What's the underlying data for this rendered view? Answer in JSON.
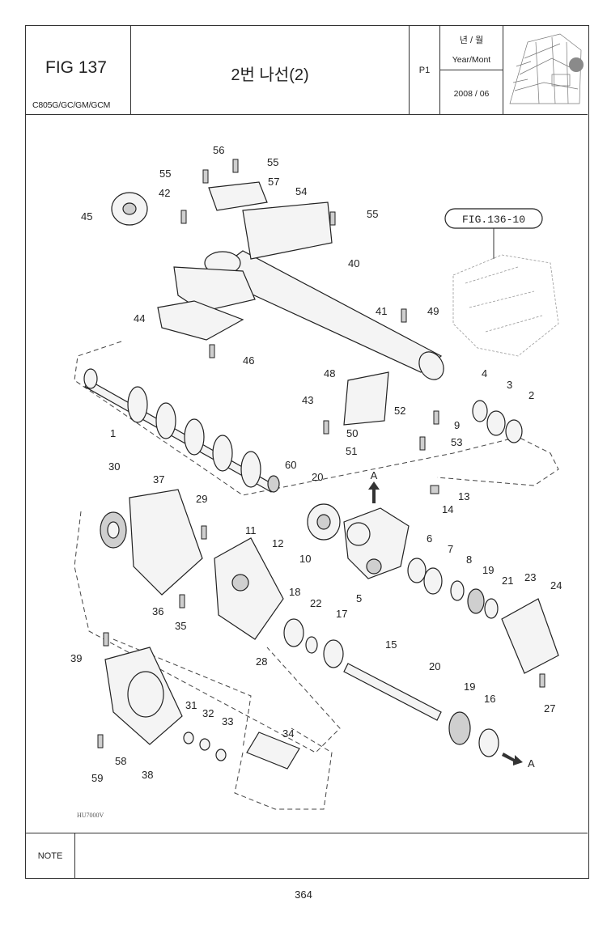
{
  "header": {
    "fig_label": "FIG 137",
    "model": "C805G/GC/GM/GCM",
    "title": "2번 나선(2)",
    "page_code": "P1",
    "year_month_kr": "년 / 월",
    "year_month_en": "Year/Mont",
    "date": "2008 / 06"
  },
  "diagram": {
    "figure_ref": "FIG.136-10",
    "arrow_label_1": "A",
    "arrow_label_2": "A",
    "drawing_code": "HU7000V",
    "parts": [
      "1",
      "2",
      "3",
      "4",
      "5",
      "6",
      "7",
      "8",
      "9",
      "10",
      "11",
      "12",
      "13",
      "14",
      "15",
      "16",
      "17",
      "18",
      "19",
      "19",
      "20",
      "20",
      "21",
      "22",
      "23",
      "24",
      "27",
      "28",
      "29",
      "30",
      "31",
      "32",
      "33",
      "34",
      "35",
      "36",
      "37",
      "38",
      "39",
      "40",
      "41",
      "42",
      "43",
      "44",
      "45",
      "46",
      "48",
      "49",
      "50",
      "51",
      "52",
      "53",
      "54",
      "55",
      "55",
      "55",
      "56",
      "57",
      "58",
      "59",
      "60"
    ]
  },
  "footer": {
    "note_label": "NOTE",
    "note_text": "",
    "page_number": "364"
  }
}
